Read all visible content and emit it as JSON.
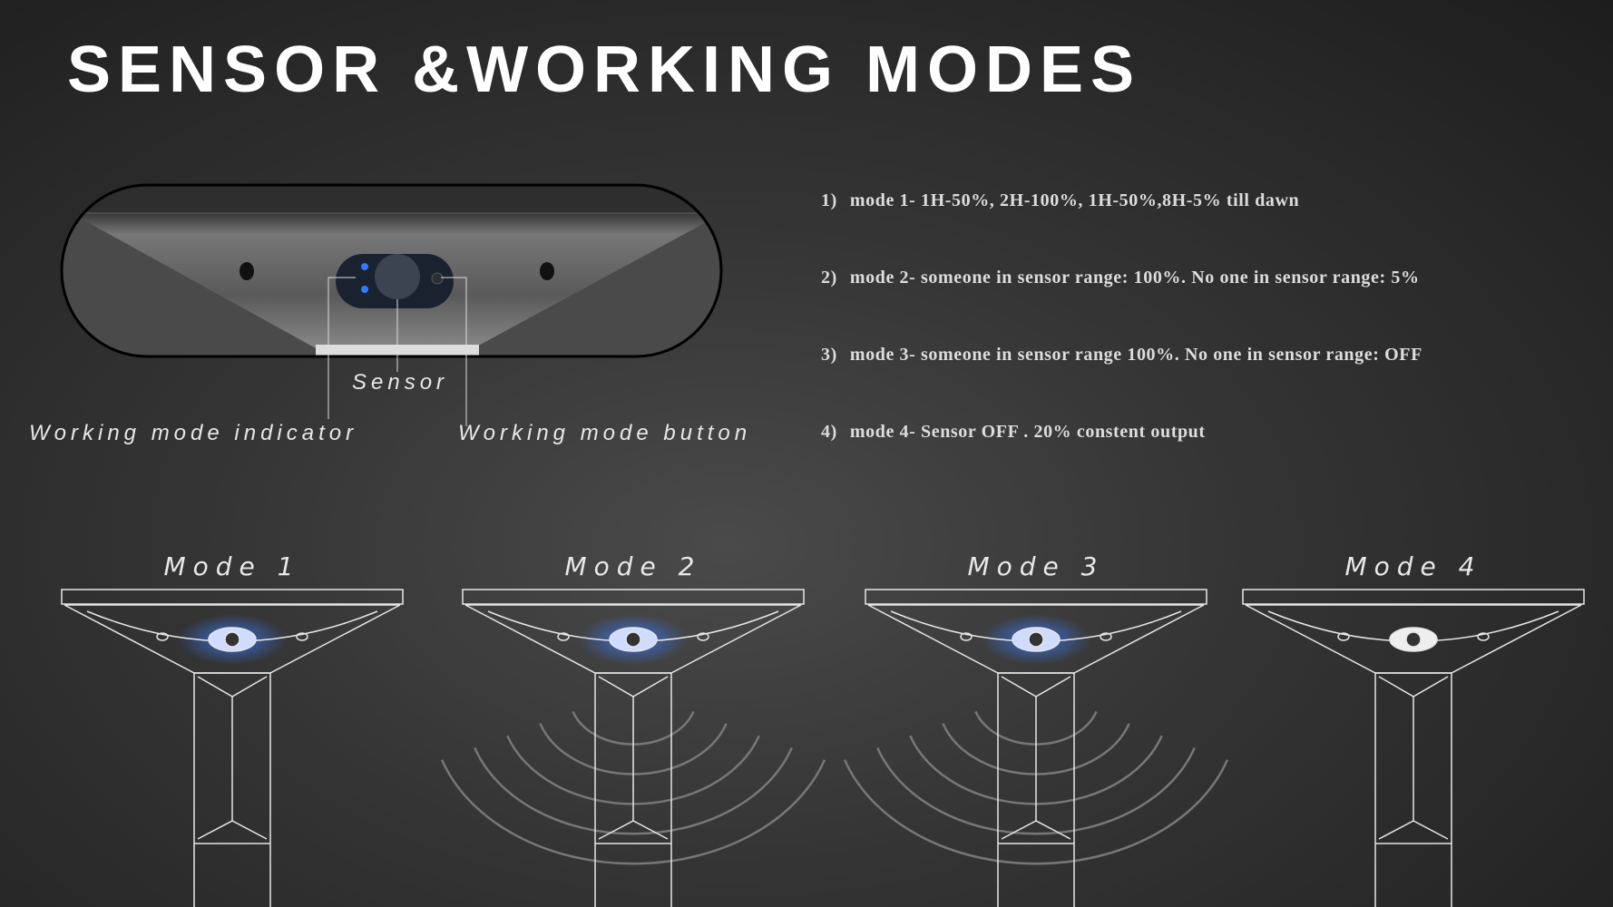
{
  "title": "SENSOR &WORKING MODES",
  "callouts": {
    "sensor": "Sensor",
    "indicator": "Working mode indicator",
    "button": "Working mode button"
  },
  "modes_list": [
    {
      "num": "1)",
      "text": "mode 1- 1H-50%, 2H-100%, 1H-50%,8H-5% till dawn"
    },
    {
      "num": "2)",
      "text": "mode 2- someone in sensor range: 100%. No one in sensor range: 5%"
    },
    {
      "num": "3)",
      "text": "mode 3- someone in sensor range 100%.  No one in sensor range: OFF"
    },
    {
      "num": "4)",
      "text": "mode 4- Sensor OFF . 20% constent output"
    }
  ],
  "lamps": [
    {
      "label": "Mode 1",
      "indicator_on": true,
      "waves": false
    },
    {
      "label": "Mode 2",
      "indicator_on": true,
      "waves": true
    },
    {
      "label": "Mode 3",
      "indicator_on": true,
      "waves": true
    },
    {
      "label": "Mode 4",
      "indicator_on": false,
      "waves": false
    }
  ],
  "colors": {
    "indicator": "#2a6cff",
    "line": "#e6e6e6"
  }
}
